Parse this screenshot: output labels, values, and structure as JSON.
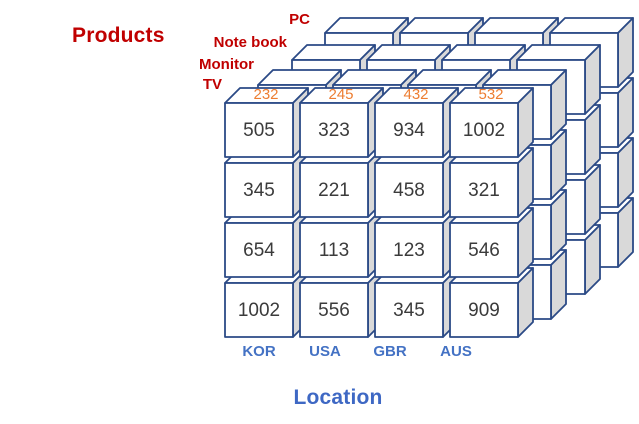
{
  "diagram": {
    "products_axis_label": "Products",
    "location_axis_label": "Location",
    "product_layers": [
      "TV",
      "Monitor",
      "Note book",
      "PC"
    ],
    "locations": [
      "KOR",
      "USA",
      "GBR",
      "AUS"
    ],
    "tv_layer_top_values": [
      "232",
      "245",
      "432",
      "532"
    ],
    "tv_layer_front_values": [
      [
        "505",
        "323",
        "934",
        "1002"
      ],
      [
        "345",
        "221",
        "458",
        "321"
      ],
      [
        "654",
        "113",
        "123",
        "546"
      ],
      [
        "1002",
        "556",
        "345",
        "909"
      ]
    ],
    "grid": {
      "rows": 4,
      "cols": 4,
      "layers": 4
    },
    "colors": {
      "edge": "#2B4A86",
      "front_face": "#FFFFFF",
      "top_face": "#FFFFFF",
      "side_face": "#D9D9D9",
      "value_text": "#3B3B3B",
      "top_value_text": "#ED7D31",
      "product_label": "#C00000",
      "location_label": "#4472C4"
    }
  }
}
